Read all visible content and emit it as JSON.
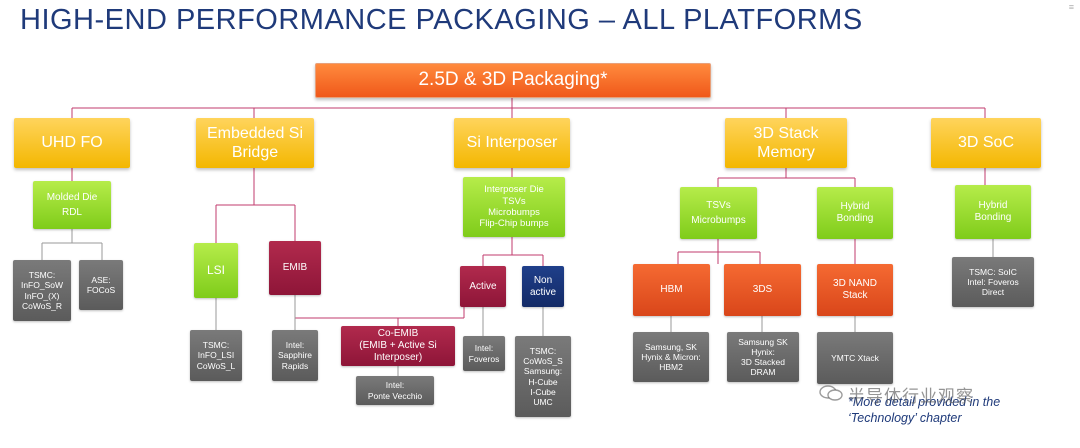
{
  "title": "HIGH-END PERFORMANCE PACKAGING – ALL PLATFORMS",
  "root": "2.5D & 3D Packaging*",
  "categories": {
    "uhd_fo": "UHD FO",
    "embedded_si_bridge": [
      "Embedded Si",
      "Bridge"
    ],
    "si_interposer": "Si Interposer",
    "stack_memory": [
      "3D Stack",
      "Memory"
    ],
    "soc": "3D SoC"
  },
  "technologies": {
    "molded_die_rdl": [
      "Molded Die",
      "RDL"
    ],
    "interposer_features": [
      "Interposer Die",
      "TSVs",
      "Microbumps",
      "Flip-Chip bumps"
    ],
    "tsvs_microbumps": [
      "TSVs",
      "Microbumps"
    ],
    "hybrid_bonding_memory": [
      "Hybrid",
      "Bonding"
    ],
    "hybrid_bonding_soc": [
      "Hybrid",
      "Bonding"
    ]
  },
  "variants": {
    "lsi": "LSI",
    "emib": "EMIB",
    "co_emib": [
      "Co-EMIB",
      "(EMIB + Active Si",
      "Interposer)"
    ],
    "active": "Active",
    "non_active": [
      "Non",
      "active"
    ],
    "hbm": "HBM",
    "ds3": "3DS",
    "nand": [
      "3D NAND",
      "Stack"
    ]
  },
  "examples": {
    "tsmc_info": [
      "TSMC:",
      "InFO_SoW",
      "InFO_(X)",
      "CoWoS_R"
    ],
    "ase_focos": [
      "ASE:",
      "FOCoS"
    ],
    "tsmc_lsi": [
      "TSMC:",
      "InFO_LSI",
      "CoWoS_L"
    ],
    "intel_sapphire": [
      "Intel:",
      "Sapphire",
      "Rapids"
    ],
    "intel_ponte": [
      "Intel:",
      "Ponte Vecchio"
    ],
    "intel_foveros": [
      "Intel:",
      "Foveros"
    ],
    "tsmc_cowos": [
      "TSMC:",
      "CoWoS_S",
      "Samsung:",
      "H-Cube",
      "I-Cube",
      "UMC"
    ],
    "hbm_makers": [
      "Samsung, SK",
      "Hynix & Micron:",
      "HBM2"
    ],
    "hynix_3ds": [
      "Samsung SK",
      "Hynix:",
      "3D Stacked",
      "DRAM"
    ],
    "ymtc": "YMTC Xtack",
    "tsmc_soic": [
      "TSMC: SoIC",
      "Intel: Foveros",
      "Direct"
    ]
  },
  "footnote": [
    "*More detail provided in the",
    "‘Technology’ chapter"
  ],
  "watermark": "半导体行业观察",
  "colors": {
    "title": "#1f3a7a",
    "root": "#f26a2a",
    "category": "#f6c21a",
    "technology": "#96dc2a",
    "example": "#626262",
    "memory_variant": "#e5521f",
    "embedded_variant": "#9e1f43",
    "non_active": "#17306f",
    "connector": "#c23b6e",
    "connector_grey": "#9a9a9a"
  },
  "icons": {
    "watermark_logo": "wechat-chat-bubbles-icon"
  }
}
